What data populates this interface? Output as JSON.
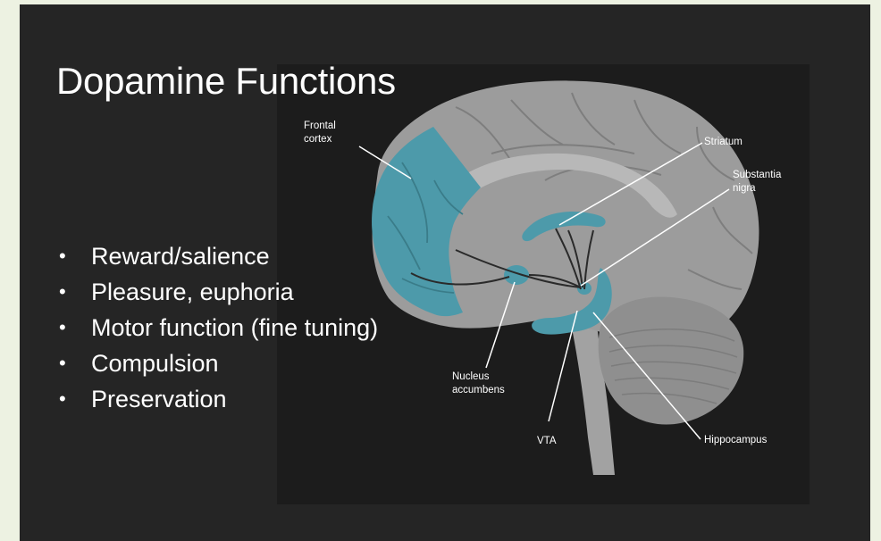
{
  "slide": {
    "title": "Dopamine Functions",
    "bullets": [
      "Reward/salience",
      "Pleasure, euphoria",
      "Motor function (fine tuning)",
      "Compulsion",
      "Preservation"
    ]
  },
  "brain_diagram": {
    "labels": {
      "frontal_cortex": [
        "Frontal",
        "cortex"
      ],
      "striatum": "Striatum",
      "substantia_nigra": [
        "Substantia",
        "nigra"
      ],
      "nucleus_accumbens": [
        "Nucleus",
        "accumbens"
      ],
      "vta": "VTA",
      "hippocampus": "Hippocampus"
    },
    "colors": {
      "highlight": "#4d9aaa",
      "brain": "#9c9c9c",
      "background": "#252525"
    }
  }
}
